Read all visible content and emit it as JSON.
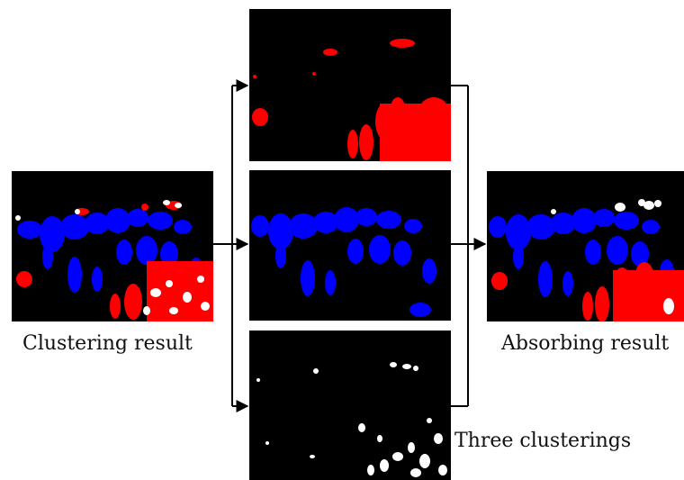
{
  "labels": {
    "clustering_result": "Clustering result",
    "absorbing_result": "Absorbing result",
    "three_clusterings": "Three clusterings"
  },
  "colors": {
    "background": "#000000",
    "red_cluster": "#ff0000",
    "blue_cluster": "#0000ff",
    "white_cluster": "#ffffff",
    "arrow": "#000000"
  },
  "panels": [
    {
      "id": "clustering-result",
      "clusters": [
        "red",
        "blue",
        "white"
      ]
    },
    {
      "id": "red-cluster",
      "clusters": [
        "red"
      ]
    },
    {
      "id": "blue-cluster",
      "clusters": [
        "blue"
      ]
    },
    {
      "id": "white-cluster",
      "clusters": [
        "white"
      ]
    },
    {
      "id": "absorbing-result",
      "clusters": [
        "red",
        "blue",
        "white"
      ]
    }
  ]
}
